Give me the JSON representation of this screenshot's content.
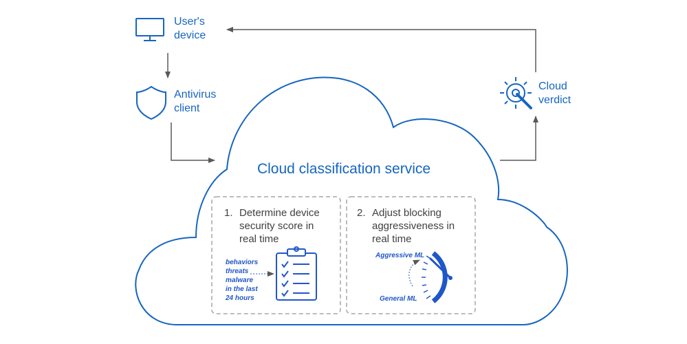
{
  "nodes": {
    "device": "User's\ndevice",
    "antivirus": "Antivirus\nclient",
    "verdict": "Cloud\nverdict"
  },
  "service": {
    "title": "Cloud classification service",
    "steps": [
      {
        "number": "1.",
        "text": "Determine device\nsecurity score in\nreal time"
      },
      {
        "number": "2.",
        "text": "Adjust blocking\naggressiveness in\nreal time"
      }
    ]
  },
  "inputs_label": "behaviors\nthreats\nmalware\nin the last\n24 hours",
  "gauge": {
    "top_label": "Aggressive ML",
    "bottom_label": "General ML"
  },
  "colors": {
    "primary": "#1565c0",
    "accent": "#1f56c9",
    "arrow": "#595959",
    "dashed_border": "#a6a6a6"
  },
  "icons": {
    "device": "monitor-icon",
    "antivirus": "shield-icon",
    "verdict": "gear-wrench-icon",
    "step1": "clipboard-checklist-icon",
    "step2": "gauge-icon"
  }
}
